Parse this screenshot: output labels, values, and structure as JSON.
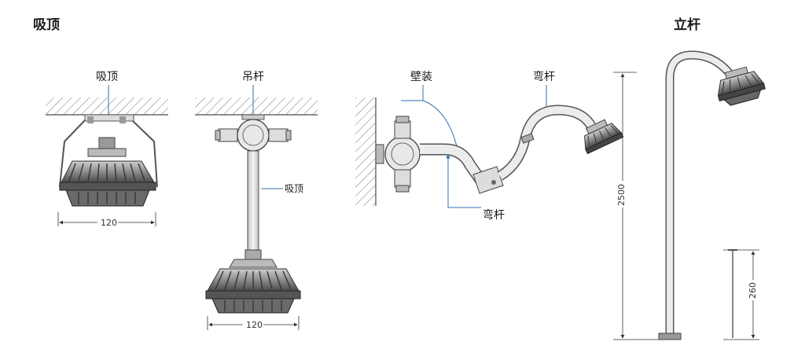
{
  "sections": {
    "ceiling": {
      "title": "吸顶",
      "label": "吸顶",
      "dimension": "120"
    },
    "pendant": {
      "label": "吊杆",
      "rod_label": "吸顶",
      "dimension": "120"
    },
    "wall": {
      "label": "壁装",
      "arm_label": "弯杆",
      "bracket_label": "弯杆"
    },
    "pole": {
      "title": "立杆",
      "height_dimension": "2500",
      "base_dimension": "260"
    }
  },
  "colors": {
    "leader_line": "#2f6fb3",
    "outline": "#4a4a4a",
    "lamp_body": "#8c8c8c",
    "lamp_dark": "#3a3a3a",
    "pipe": "#e6e6e6"
  }
}
